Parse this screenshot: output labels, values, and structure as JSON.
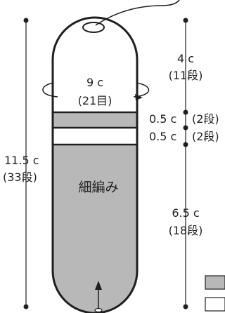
{
  "total": {
    "measure": "11.5 c",
    "rows": "(33段)"
  },
  "top_section": {
    "measure": "4 c",
    "rows": "(11段)"
  },
  "stripe_1": {
    "measure": "0.5 c",
    "rows": "(2段)"
  },
  "stripe_2": {
    "measure": "0.5 c",
    "rows": "(2段)"
  },
  "bottom_section": {
    "measure": "6.5 c",
    "rows": "(18段)"
  },
  "circumference": {
    "measure": "9 c",
    "stitches": "(21目)"
  },
  "body_label": "細編み",
  "colors": {
    "main": "#b8b8b8",
    "contrast": "#ffffff",
    "outline": "#1f1f1f"
  }
}
